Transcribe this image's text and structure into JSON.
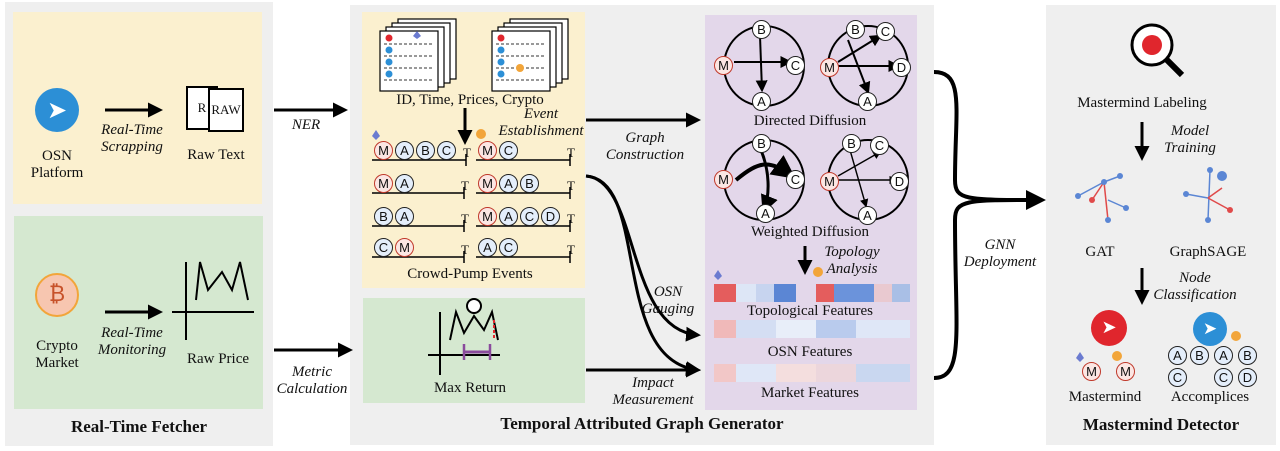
{
  "panels": {
    "fetcher": {
      "title": "Real-Time Fetcher"
    },
    "generator": {
      "title": "Temporal Attributed Graph Generator"
    },
    "detector": {
      "title": "Mastermind Detector"
    }
  },
  "fetcher": {
    "osn_platform": "OSN\nPlatform",
    "realtime_scrapping": "Real-Time\nScrapping",
    "raw_text": "Raw Text",
    "raw_text_icon": [
      "R",
      "RAW"
    ],
    "crypto_market": "Crypto\nMarket",
    "realtime_monitoring": "Real-Time\nMonitoring",
    "raw_price": "Raw Price",
    "bitcoin_symbol": "₿"
  },
  "edges": {
    "ner": "NER",
    "metric_calculation": "Metric\nCalculation",
    "graph_construction": "Graph\nConstruction",
    "osn_gauging": "OSN\nGauging",
    "impact_measurement": "Impact\nMeasurement",
    "gnn_deployment": "GNN\nDeployment"
  },
  "generator": {
    "id_time_prices": "ID, Time, Prices, Crypto",
    "event_establishment": "Event\nEstablishment",
    "crowd_pump_events": "Crowd-Pump Events",
    "max_return": "Max Return",
    "directed_diffusion": "Directed Diffusion",
    "weighted_diffusion": "Weighted Diffusion",
    "topology_analysis": "Topology\nAnalysis",
    "topological_features": "Topological Features",
    "osn_features": "OSN Features",
    "market_features": "Market Features",
    "event_rows_left": [
      [
        "M",
        "A",
        "B",
        "C"
      ],
      [
        "M",
        "A"
      ],
      [
        "B",
        "A"
      ],
      [
        "C",
        "M"
      ]
    ],
    "event_rows_right": [
      [
        "M",
        "C"
      ],
      [
        "M",
        "A",
        "B"
      ],
      [
        "M",
        "A",
        "C",
        "D"
      ],
      [
        "A",
        "C"
      ]
    ],
    "time_symbol": "T"
  },
  "detector": {
    "mastermind_labeling": "Mastermind Labeling",
    "model_training": "Model\nTraining",
    "gat": "GAT",
    "graphsage": "GraphSAGE",
    "node_classification": "Node\nClassification",
    "mastermind": "Mastermind",
    "accomplices": "Accomplices",
    "mastermind_nodes": [
      "M",
      "M"
    ],
    "accomplice_nodes": [
      "A",
      "B",
      "A",
      "B",
      "C",
      "C",
      "D"
    ]
  },
  "colors": {
    "fetcher_top": "#fbf0cf",
    "fetcher_bottom": "#d5e8d0",
    "generator_events": "#fbf0cf",
    "generator_return": "#d5e8d0",
    "generator_graph": "#e3d7ea",
    "telegram_blue": "#2c8fd6",
    "bitcoin_orange": "#f2a53a",
    "alert_red": "#e0262d"
  }
}
